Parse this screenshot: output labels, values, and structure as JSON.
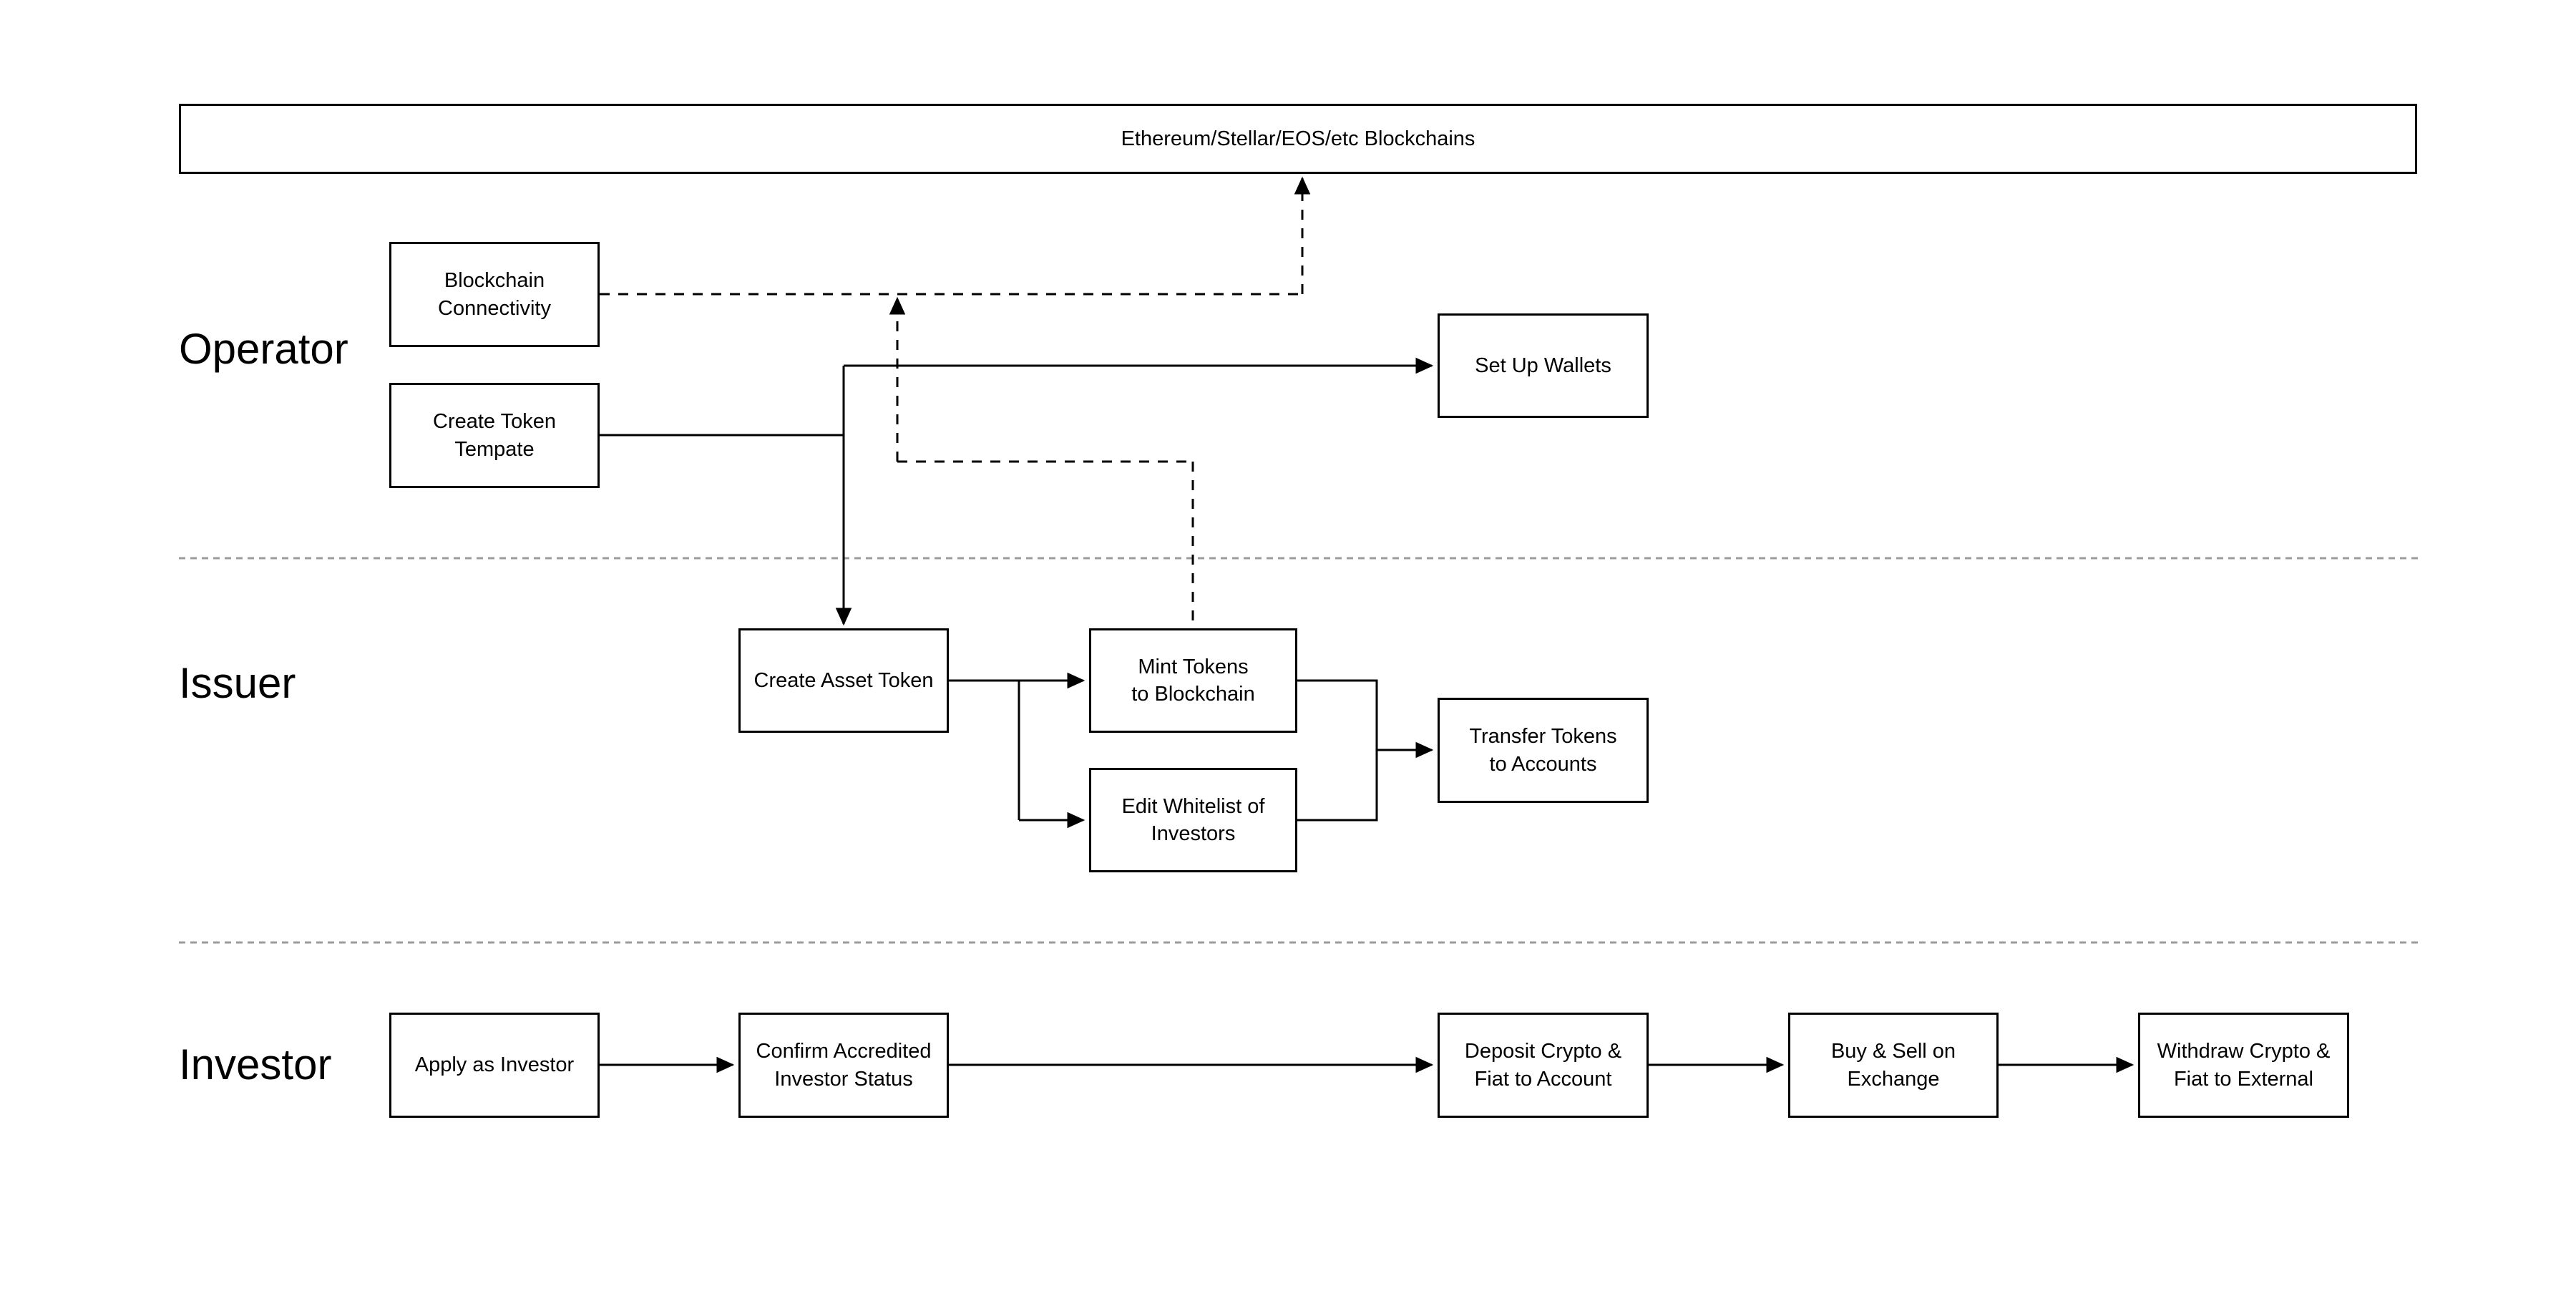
{
  "colors": {
    "line": "#000000",
    "lane_divider": "#9b9b9b",
    "background": "#ffffff"
  },
  "blockchain_bar": {
    "label": "Ethereum/Stellar/EOS/etc Blockchains"
  },
  "lanes": [
    {
      "label": "Operator"
    },
    {
      "label": "Issuer"
    },
    {
      "label": "Investor"
    }
  ],
  "nodes": {
    "blockchain_connectivity": {
      "label": "Blockchain\nConnectivity"
    },
    "create_token_template": {
      "label": "Create Token\nTempate"
    },
    "set_up_wallets": {
      "label": "Set Up Wallets"
    },
    "create_asset_token": {
      "label": "Create Asset Token"
    },
    "mint_tokens": {
      "label": "Mint Tokens\nto Blockchain"
    },
    "edit_whitelist": {
      "label": "Edit Whitelist of\nInvestors"
    },
    "transfer_tokens": {
      "label": "Transfer Tokens\nto Accounts"
    },
    "apply_as_investor": {
      "label": "Apply as Investor"
    },
    "confirm_accredited": {
      "label": "Confirm Accredited\nInvestor Status"
    },
    "deposit_crypto": {
      "label": "Deposit Crypto &\nFiat to Account"
    },
    "buy_sell": {
      "label": "Buy & Sell on\nExchange"
    },
    "withdraw_crypto": {
      "label": "Withdraw Crypto &\nFiat to External"
    }
  }
}
